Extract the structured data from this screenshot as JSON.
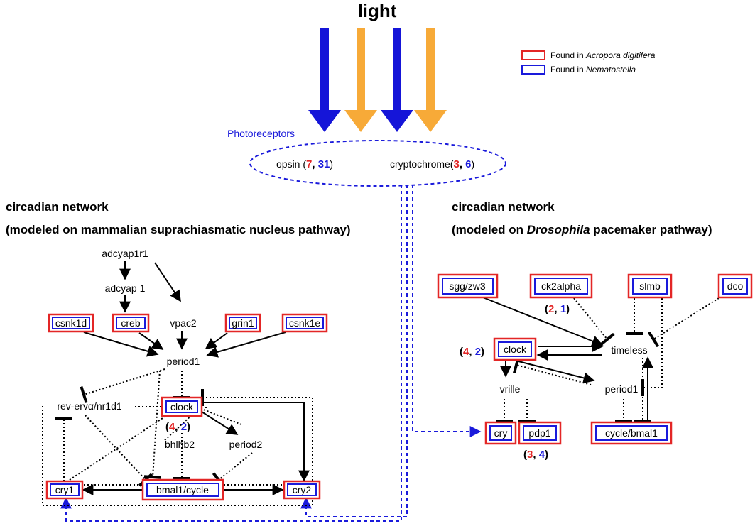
{
  "title": "light",
  "photoreceptors_label": "Photoreceptors",
  "legend": {
    "acropora": {
      "prefix": "Found in ",
      "species": "Acropora digitifera",
      "color": "#e32626"
    },
    "nematostella": {
      "prefix": "Found in ",
      "species": "Nematostella",
      "color": "#1a1adb"
    }
  },
  "photoreceptors": {
    "opsin": {
      "name": "opsin (",
      "acro": "7",
      "nema": "31",
      "close": ")"
    },
    "cryptochrome": {
      "name": "cryptochrome(",
      "acro": "3",
      "nema": "6",
      "close": ")"
    }
  },
  "left_network": {
    "title": "circadian network",
    "subtitle": "(modeled on mammalian suprachiasmatic nucleus pathway)",
    "plain_nodes": {
      "adcyap1r1": "adcyap1r1",
      "adcyap1": "adcyap 1",
      "vpac2": "vpac2",
      "period1": "period1",
      "reverb": "rev-ervα/nr1d1",
      "bhlhb2": "bhlhb2",
      "period2": "period2"
    },
    "boxed_nodes": {
      "csnk1d": "csnk1d",
      "creb": "creb",
      "grin1": "grin1",
      "csnk1e": "csnk1e",
      "clock": "clock",
      "cry1": "cry1",
      "bmal1": "bmal1/cycle",
      "cry2": "cry2"
    },
    "clock_counts": {
      "acro": "4",
      "nema": "2"
    }
  },
  "right_network": {
    "title": "circadian network",
    "subtitle_pre": "(modeled on ",
    "subtitle_species": "Drosophila",
    "subtitle_post": " pacemaker pathway)",
    "plain_nodes": {
      "timeless": "timeless",
      "vrille": "vrille",
      "period1": "period1"
    },
    "boxed_nodes": {
      "sgg": "sgg/zw3",
      "ck2alpha": "ck2alpha",
      "slmb": "slmb",
      "dco": "dco",
      "clock": "clock",
      "cry": "cry",
      "pdp1": "pdp1",
      "cycle": "cycle/bmal1"
    },
    "ck2alpha_counts": {
      "acro": "2",
      "nema": "1"
    },
    "clock_counts": {
      "acro": "4",
      "nema": "2"
    },
    "pdp1_counts": {
      "acro": "3",
      "nema": "4"
    }
  },
  "colors": {
    "blue_arrow": "#1515d8",
    "orange_arrow": "#f7aa38",
    "acropora_red": "#e32626",
    "nematostella_blue": "#1a1adb",
    "photoreceptor_dash": "#1a1adb"
  }
}
